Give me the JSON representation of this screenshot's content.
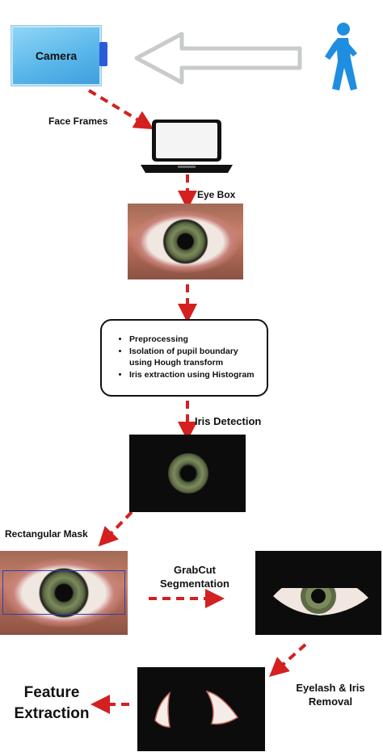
{
  "camera": {
    "label": "Camera"
  },
  "labels": {
    "face_frames": "Face Frames",
    "eye_box": "Eye Box",
    "iris_detection": "Iris Detection",
    "rectangular_mask": "Rectangular Mask",
    "grabcut_line1": "GrabCut",
    "grabcut_line2": "Segmentation",
    "eyelash_line1": "Eyelash & Iris",
    "eyelash_line2": "Removal",
    "feature_line1": "Feature",
    "feature_line2": "Extraction"
  },
  "process_steps": [
    "Preprocessing",
    "Isolation of pupil boundary using Hough transform",
    "Iris extraction using Histogram"
  ],
  "colors": {
    "arrow_red": "#d42020",
    "camera_blue": "#5bb7ea",
    "person_blue": "#1f8ee0",
    "outline_arrow": "#c8ccc8"
  },
  "icons": {
    "person": "walking-person-icon",
    "laptop": "laptop-icon"
  }
}
